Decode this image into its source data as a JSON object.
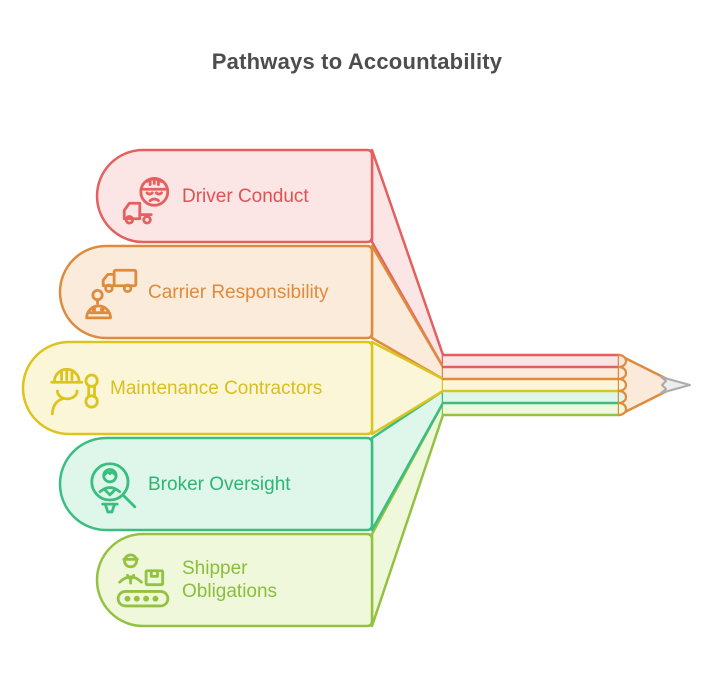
{
  "title": "Pathways to Accountability",
  "title_color": "#4d4d4d",
  "diagram_type": "converging-pencil-infographic",
  "items": [
    {
      "label": "Driver Conduct",
      "icon": "driver-helmet-truck-icon",
      "accent": "#e4605e",
      "fill": "#fce5e5"
    },
    {
      "label": "Carrier Responsibility",
      "icon": "carrier-truck-person-icon",
      "accent": "#de8b3d",
      "fill": "#fbebdb"
    },
    {
      "label": "Maintenance Contractors",
      "icon": "maintenance-worker-wrench-icon",
      "accent": "#dcc41f",
      "fill": "#fcf6d8"
    },
    {
      "label": "Broker Oversight",
      "icon": "broker-magnifier-person-icon",
      "accent": "#39be80",
      "fill": "#dff6ea"
    },
    {
      "label": "Shipper Obligations",
      "icon": "shipper-conveyor-box-icon",
      "accent": "#93c240",
      "fill": "#eff8db"
    }
  ],
  "pencil": {
    "body_stripe_fills": [
      "#fce5e5",
      "#fbebdb",
      "#fcf6d8",
      "#dff6ea",
      "#eff8db"
    ],
    "body_stripe_strokes": [
      "#e4605e",
      "#de8b3d",
      "#dcc41f",
      "#39be80",
      "#93c240"
    ],
    "wood_tip_fill": "#fbe9d9",
    "wood_tip_stroke": "#de8b3d",
    "graphite_fill": "#ededed",
    "graphite_stroke": "#ababab"
  }
}
